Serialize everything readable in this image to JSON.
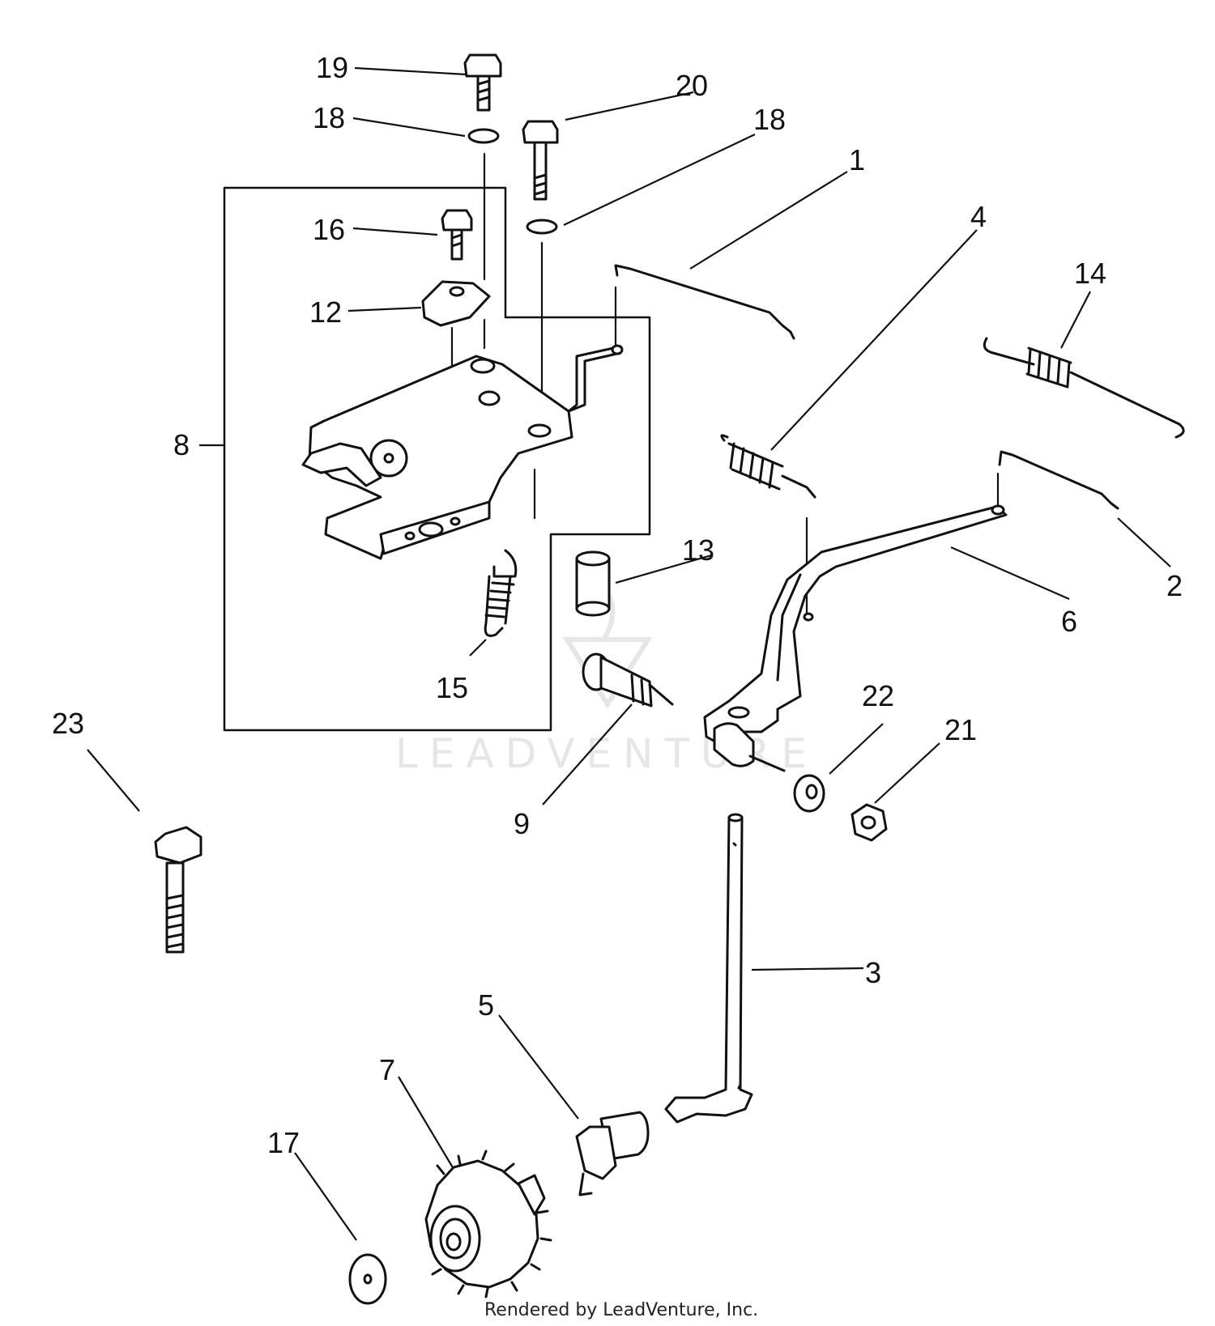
{
  "watermark": "LEADVENTURE",
  "footer_credit": "Rendered by LeadVenture, Inc.",
  "callouts": {
    "c1": "1",
    "c2": "2",
    "c3": "3",
    "c4": "4",
    "c5": "5",
    "c6": "6",
    "c7": "7",
    "c8": "8",
    "c9": "9",
    "c12": "12",
    "c13": "13",
    "c14": "14",
    "c15": "15",
    "c16": "16",
    "c17": "17",
    "c18a": "18",
    "c18b": "18",
    "c19": "19",
    "c20": "20",
    "c21": "21",
    "c22": "22",
    "c23": "23"
  }
}
